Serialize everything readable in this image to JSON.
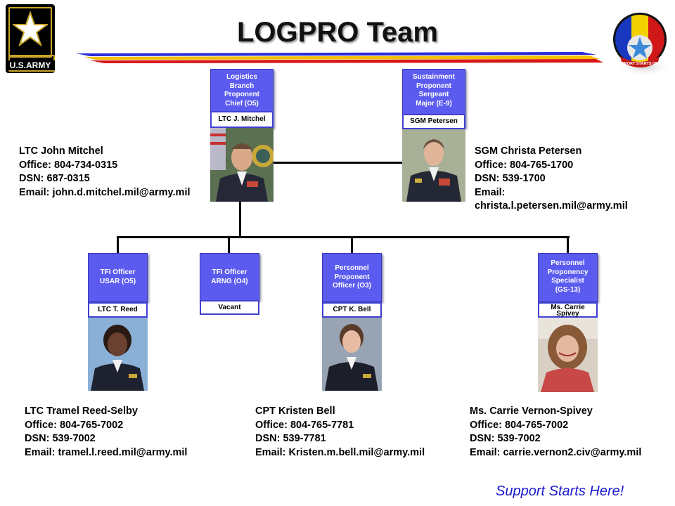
{
  "title": "LOGPRO Team",
  "slogan": "Support Starts Here!",
  "army_logo_text": "U.S.ARMY",
  "emblem_text": "SUPPORT STARTS HERE",
  "colors": {
    "box_fill": "#5b5bef",
    "slogan": "#1a1ad0",
    "stripe_blue": "#2a2ad8",
    "stripe_yellow": "#f5c000",
    "stripe_red": "#d81818"
  },
  "positions": [
    {
      "id": "mitchel",
      "title_lines": [
        "Logistics",
        "Branch",
        "Proponent",
        "Chief (O5)"
      ],
      "name_tag": "LTC J. Mitchel",
      "info": [
        "LTC John Mitchel",
        "Office: 804-734-0315",
        "DSN: 687-0315",
        "Email: john.d.mitchel.mil@army.mil"
      ]
    },
    {
      "id": "petersen",
      "title_lines": [
        "Sustainment",
        "Proponent",
        "Sergeant",
        "Major (E-9)"
      ],
      "name_tag": "SGM Petersen",
      "info": [
        "SGM Christa Petersen",
        "Office: 804-765-1700",
        "DSN: 539-1700",
        "Email:",
        "christa.l.petersen.mil@army.mil"
      ]
    },
    {
      "id": "reed",
      "title_lines": [
        "TFI Officer",
        "USAR (O5)"
      ],
      "name_tag": "LTC T. Reed",
      "info": [
        "LTC Tramel Reed-Selby",
        "Office: 804-765-7002",
        "DSN: 539-7002",
        "Email: tramel.l.reed.mil@army.mil"
      ]
    },
    {
      "id": "arng",
      "title_lines": [
        "TFI Officer",
        "ARNG (O4)"
      ],
      "name_tag": "Vacant"
    },
    {
      "id": "bell",
      "title_lines": [
        "Personnel",
        "Proponent",
        "Officer (O3)"
      ],
      "name_tag": "CPT K. Bell",
      "info": [
        "CPT Kristen Bell",
        "Office: 804-765-7781",
        "DSN: 539-7781",
        "Email: Kristen.m.bell.mil@army.mil"
      ]
    },
    {
      "id": "spivey",
      "title_lines": [
        "Personnel",
        "Proponency",
        "Specialist",
        "(GS-13)"
      ],
      "name_tag_lines": [
        "Ms. Carrie",
        "Spivey"
      ],
      "info": [
        "Ms. Carrie Vernon-Spivey",
        "Office: 804-765-7002",
        "DSN: 539-7002",
        "Email: carrie.vernon2.civ@army.mil"
      ]
    }
  ]
}
